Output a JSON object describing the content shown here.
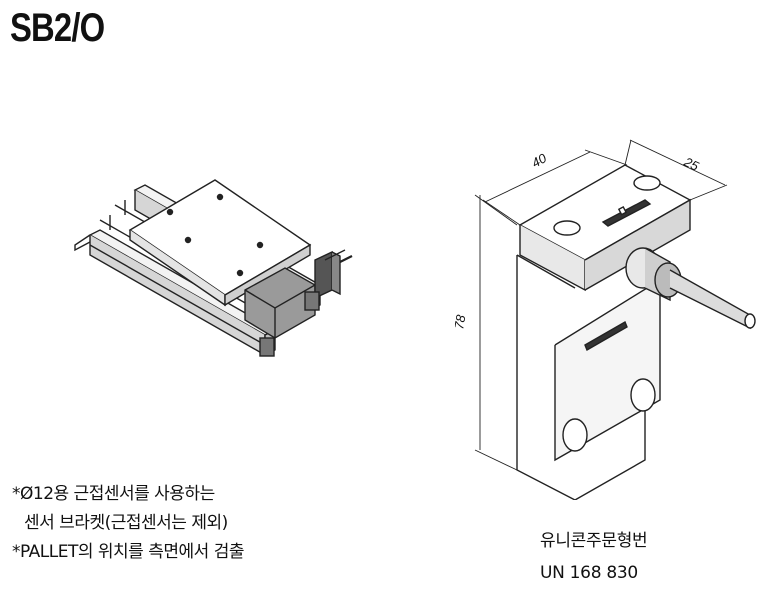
{
  "title": "SB2/O",
  "notes": {
    "line1": "*Ø12용 근접센서를 사용하는",
    "line2": "센서 브라켓(근접센서는 제외)",
    "line3": "*PALLET의 위치를 측면에서 검출"
  },
  "part": {
    "label": "유니콘주문형번",
    "number": "UN 168 830"
  },
  "dimensions": {
    "width": "40",
    "depth": "25",
    "height": "78"
  }
}
